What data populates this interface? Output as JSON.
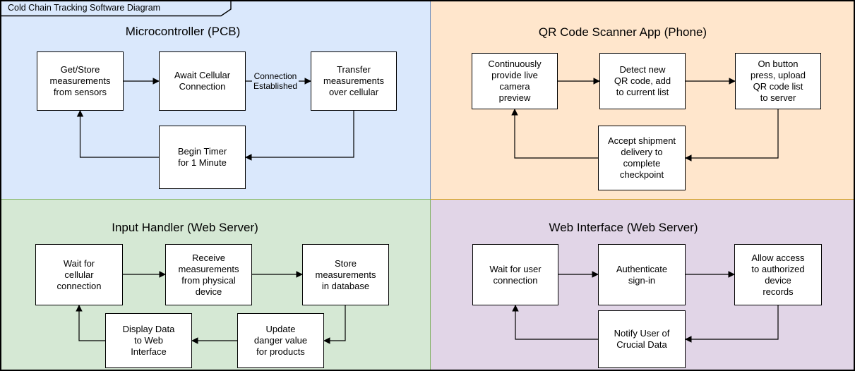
{
  "frame": {
    "title": "Cold Chain Tracking Software Diagram"
  },
  "quadrants": {
    "microcontroller": {
      "title": "Microcontroller (PCB)",
      "fill": "#dae8fc",
      "border": "#6c8ebf",
      "nodes": {
        "get_store": "Get/Store\nmeasurements\nfrom sensors",
        "await_cellular": "Await Cellular\nConnection",
        "transfer": "Transfer\nmeasurements\nover cellular",
        "begin_timer": "Begin Timer\nfor 1 Minute"
      },
      "edge_label": "Connection\nEstablished"
    },
    "qr_scanner": {
      "title": "QR Code Scanner App (Phone)",
      "fill": "#ffe6cc",
      "border": "#d79b00",
      "nodes": {
        "camera_preview": "Continuously\nprovide live\ncamera\npreview",
        "detect_qr": "Detect new\nQR code, add\nto current list",
        "upload_list": "On button\npress, upload\nQR code list\nto server",
        "accept_shipment": "Accept shipment\ndelivery to\ncomplete\ncheckpoint"
      }
    },
    "input_handler": {
      "title": "Input Handler (Web Server)",
      "fill": "#d5e8d4",
      "border": "#82b366",
      "nodes": {
        "wait_cellular": "Wait for\ncellular\nconnection",
        "receive": "Receive\nmeasurements\nfrom physical\ndevice",
        "store_db": "Store\nmeasurements\nin database",
        "display_data": "Display Data\nto Web\nInterface",
        "update_danger": "Update\ndanger value\nfor products"
      }
    },
    "web_interface": {
      "title": "Web Interface (Web Server)",
      "fill": "#e1d5e7",
      "border": "#9673a6",
      "nodes": {
        "wait_user": "Wait for user\nconnection",
        "authenticate": "Authenticate\nsign-in",
        "allow_access": "Allow access\nto authorized\ndevice\nrecords",
        "notify": "Notify User of\nCrucial Data"
      }
    }
  }
}
